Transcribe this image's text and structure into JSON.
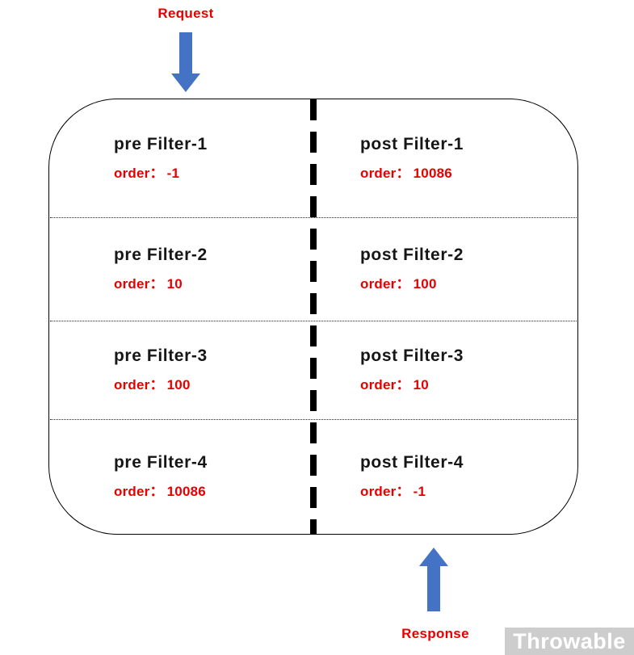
{
  "labels": {
    "request": "Request",
    "response": "Response",
    "watermark": "Throwable"
  },
  "colors": {
    "red": "#e60000",
    "arrow_blue": "#4472c4"
  },
  "rows": [
    {
      "pre_name": "pre Filter-1",
      "pre_order_label": "order：",
      "pre_order": "-1",
      "post_name": "post Filter-1",
      "post_order_label": "order：",
      "post_order": "10086"
    },
    {
      "pre_name": "pre Filter-2",
      "pre_order_label": "order：",
      "pre_order": "10",
      "post_name": "post Filter-2",
      "post_order_label": "order：",
      "post_order": "100"
    },
    {
      "pre_name": "pre Filter-3",
      "pre_order_label": "order：",
      "pre_order": "100",
      "post_name": "post Filter-3",
      "post_order_label": "order：",
      "post_order": "10"
    },
    {
      "pre_name": "pre Filter-4",
      "pre_order_label": "order：",
      "pre_order": "10086",
      "post_name": "post Filter-4",
      "post_order_label": "order：",
      "post_order": "-1"
    }
  ]
}
